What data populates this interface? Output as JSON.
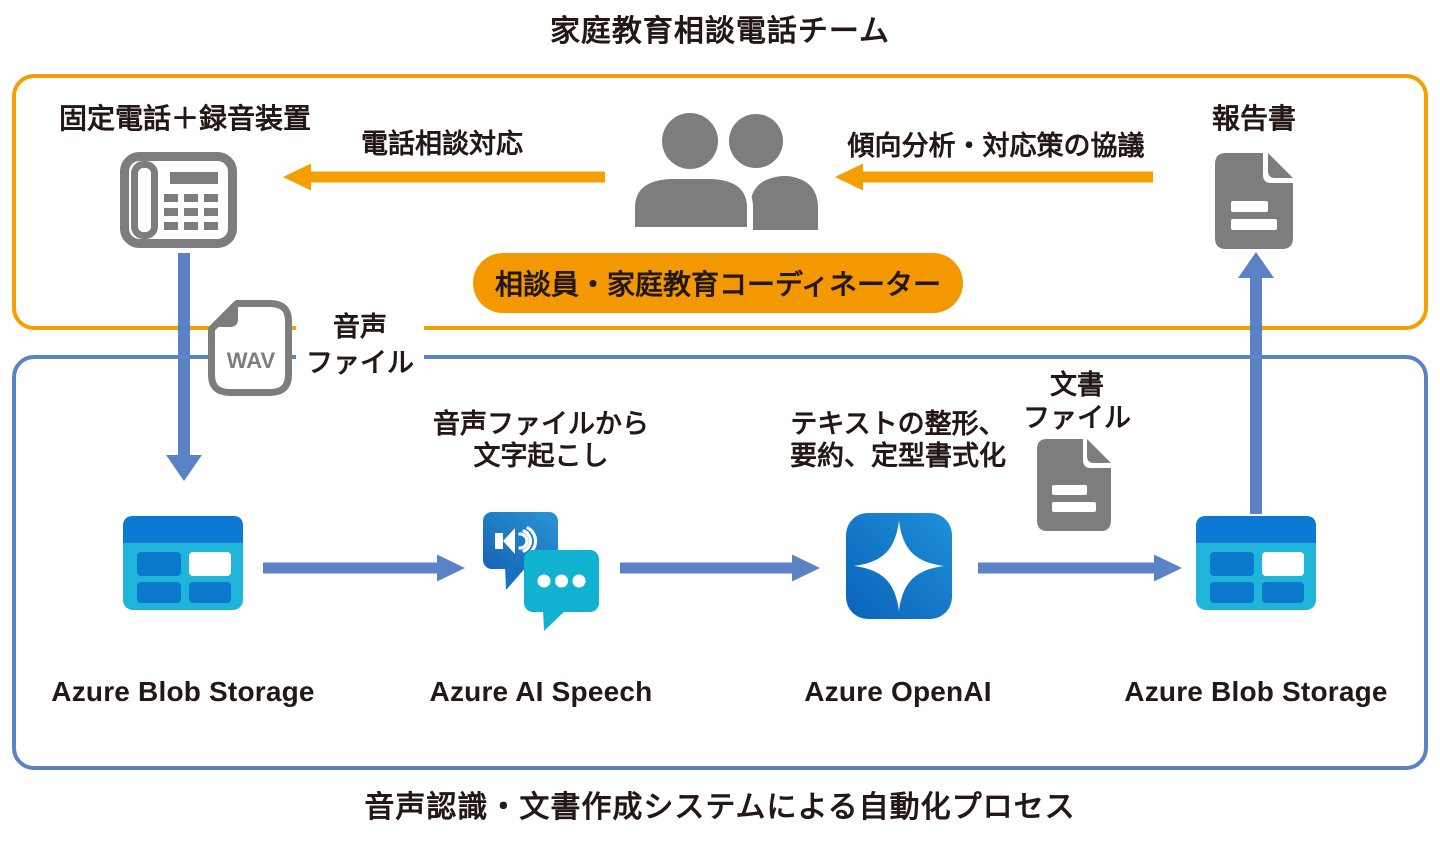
{
  "titles": {
    "top": "家庭教育相談電話チーム",
    "bottom": "音声認識・文書作成システムによる自動化プロセス"
  },
  "team_box": {
    "phone_device_label": "固定電話＋録音装置",
    "call_arrow_label": "電話相談対応",
    "analysis_arrow_label": "傾向分析・対応策の協議",
    "report_label": "報告書",
    "staff_pill_label": "相談員・家庭教育コーディネーター"
  },
  "wav_file": {
    "badge": "WAV",
    "label_lines": [
      "音声",
      "ファイル"
    ]
  },
  "automation_box": {
    "speech_caption_lines": [
      "音声ファイルから",
      "文字起こし"
    ],
    "openai_caption_lines": [
      "テキストの整形、",
      "要約、定型書式化"
    ],
    "doc_file_label_lines": [
      "文書",
      "ファイル"
    ],
    "node_labels": {
      "blob_in": "Azure Blob Storage",
      "speech": "Azure AI Speech",
      "openai": "Azure OpenAI",
      "blob_out": "Azure Blob Storage"
    }
  },
  "colors": {
    "orange": "#F5A000",
    "pill_orange": "#F39800",
    "flow_blue": "#5B82C4",
    "icon_gray": "#7D7D7D",
    "azure_blue": "#0C79D2",
    "azure_cyan": "#1FB5DB",
    "text": "#231815"
  }
}
